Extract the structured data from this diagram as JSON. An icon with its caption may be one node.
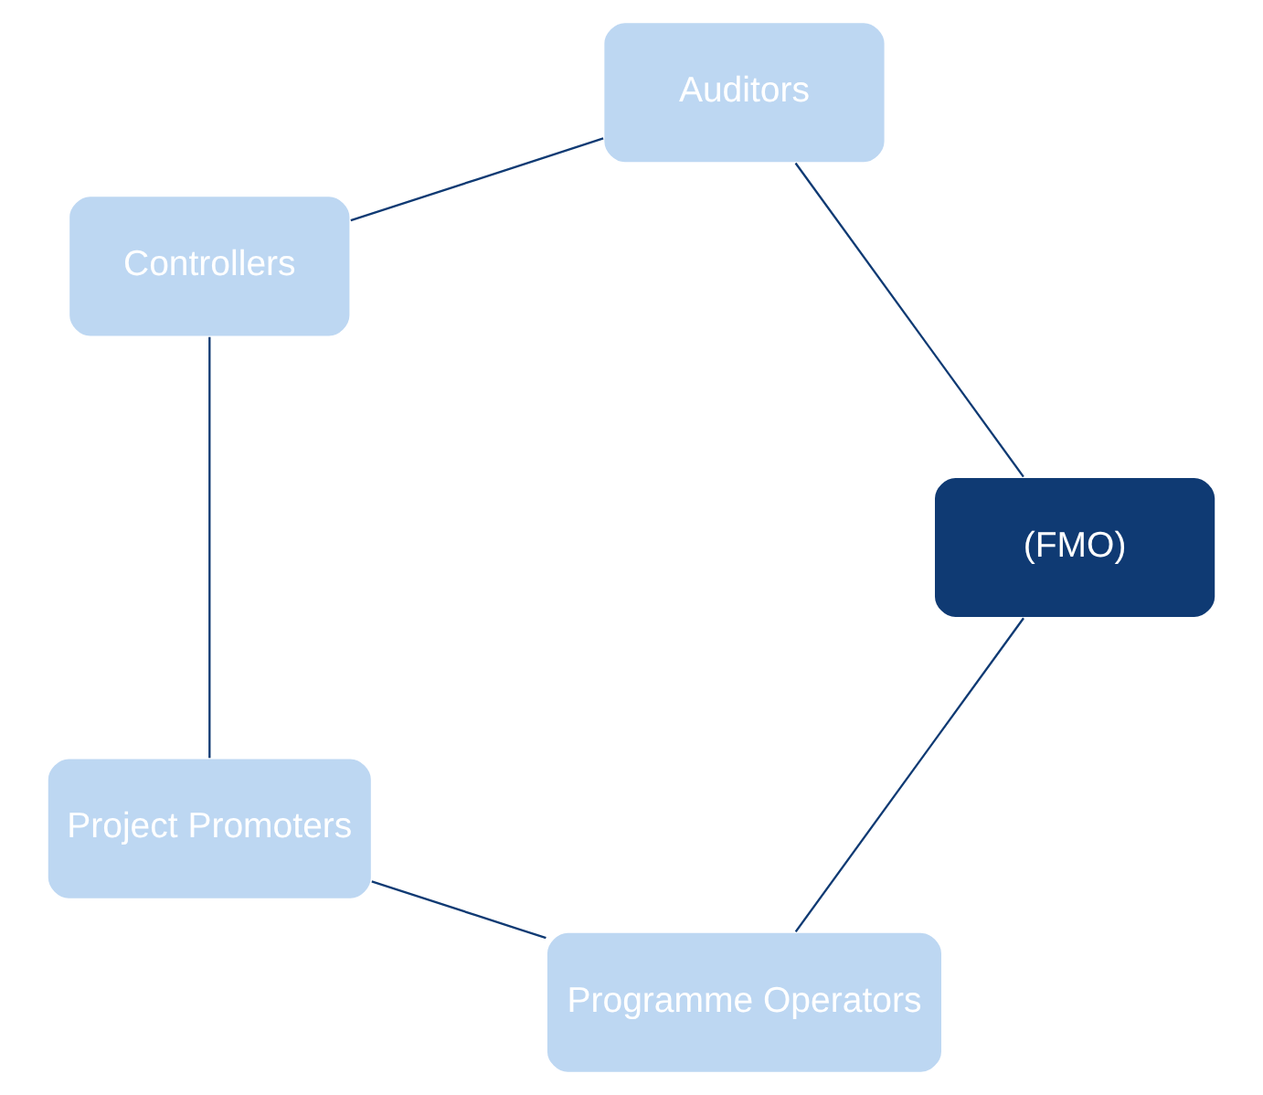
{
  "diagram": {
    "nodes": [
      {
        "text": [
          "Programme Operators"
        ]
      },
      {
        "text": [
          "(FMO)"
        ]
      },
      {
        "text": [
          "Project Promoters"
        ]
      },
      {
        "text": [
          "Auditors"
        ]
      },
      {
        "text": [
          "Controllers"
        ]
      }
    ],
    "edges": [
      {
        "from": 0,
        "to": 2,
        "arrow": "none"
      },
      {
        "from": 2,
        "to": 4,
        "arrow": "none"
      },
      {
        "from": 4,
        "to": 3,
        "arrow": "none"
      },
      {
        "from": 3,
        "to": 1,
        "arrow": "none"
      },
      {
        "from": 1,
        "to": 0,
        "arrow": "none"
      }
    ]
  }
}
